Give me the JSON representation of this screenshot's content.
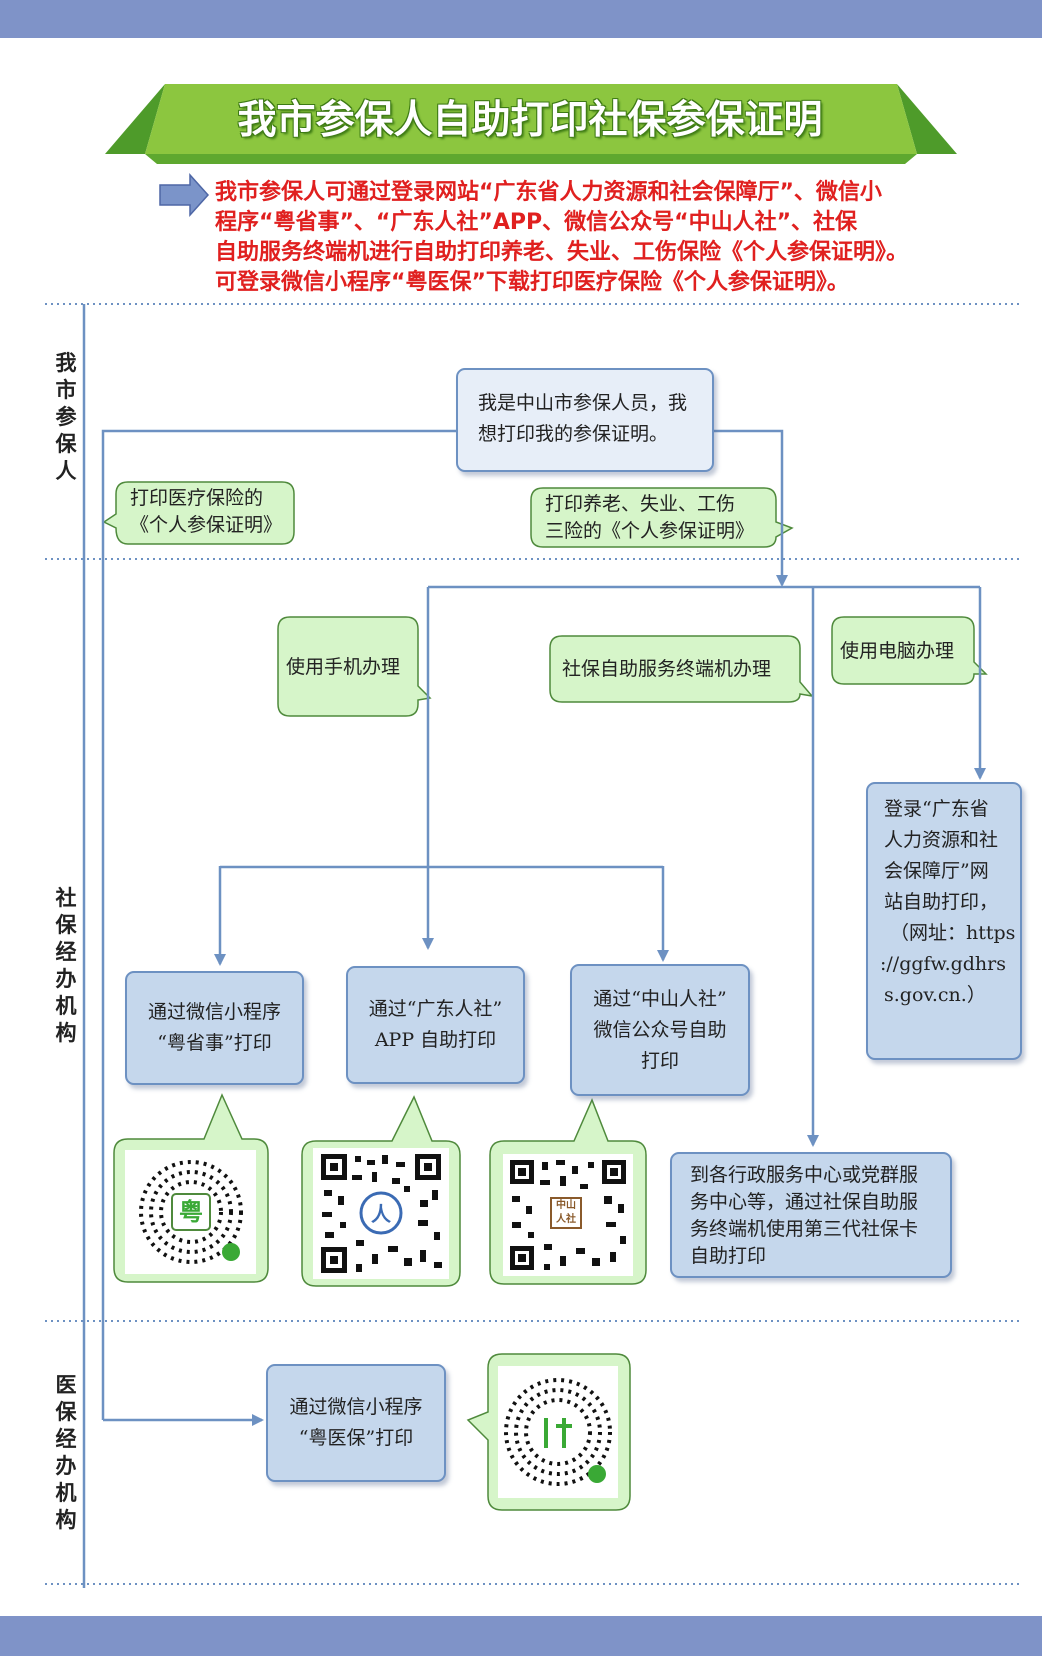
{
  "title": "我市参保人自助打印社保参保证明",
  "intro": {
    "lines": [
      "我市参保人可通过登录网站“广东省人力资源和社会保障厅”、微信小",
      "程序“粤省事”、“广东人社”APP、微信公众号“中山人社”、社保",
      "自助服务终端机进行自助打印养老、失业、工伤保险《个人参保证明》。",
      "可登录微信小程序“粤医保”下载打印医疗保险《个人参保证明》。"
    ]
  },
  "lanes": {
    "insured": [
      "我",
      "市",
      "参",
      "保",
      "人"
    ],
    "social_security": [
      "社",
      "保",
      "经",
      "办",
      "机",
      "构"
    ],
    "medical_insurance": [
      "医",
      "保",
      "经",
      "办",
      "机",
      "构"
    ]
  },
  "start": {
    "lines": [
      "我是中山市参保人员，我",
      "想打印我的参保证明。"
    ]
  },
  "callouts": {
    "medical": [
      "打印医疗保险的",
      "《个人参保证明》"
    ],
    "pension": [
      "打印养老、失业、工伤",
      "三险的《个人参保证明》"
    ],
    "mobile": "使用手机办理",
    "terminal": "社保自助服务终端机办理",
    "computer": "使用电脑办理"
  },
  "boxes": {
    "yueshengshi": [
      "通过微信小程序",
      "“粤省事”打印"
    ],
    "gdrs_app": [
      "通过“广东人社”",
      "APP 自助打印"
    ],
    "zsrs": [
      "通过“中山人社”",
      "微信公众号自助",
      "打印"
    ],
    "website": [
      "登录“广东省",
      "人力资源和社",
      "会保障厅”网",
      "站自助打印，",
      "（网址：https",
      "://ggfw.gdhrs",
      "s.gov.cn.）"
    ],
    "service_center": [
      "到各行政服务中心或党群服",
      "务中心等，通过社保自助服",
      "务终端机使用第三代社保卡",
      "自助打印"
    ],
    "yueyibao": [
      "通过微信小程序",
      "“粤医保”打印"
    ]
  },
  "qr_logos": {
    "yueshengshi": "粤",
    "gdrs": "人",
    "zsrs": [
      "中山",
      "人社"
    ]
  },
  "colors": {
    "band": "#7f93c8",
    "banner_green": "#8cc63f",
    "intro_red": "#e0201f",
    "callout_fill": "#d6f5c9",
    "callout_border": "#4f8a3c",
    "box_fill": "#c5d7ec",
    "box_border": "#6d91c2",
    "arrow": "#6d91c2",
    "lane_line": "#6d91c2"
  }
}
